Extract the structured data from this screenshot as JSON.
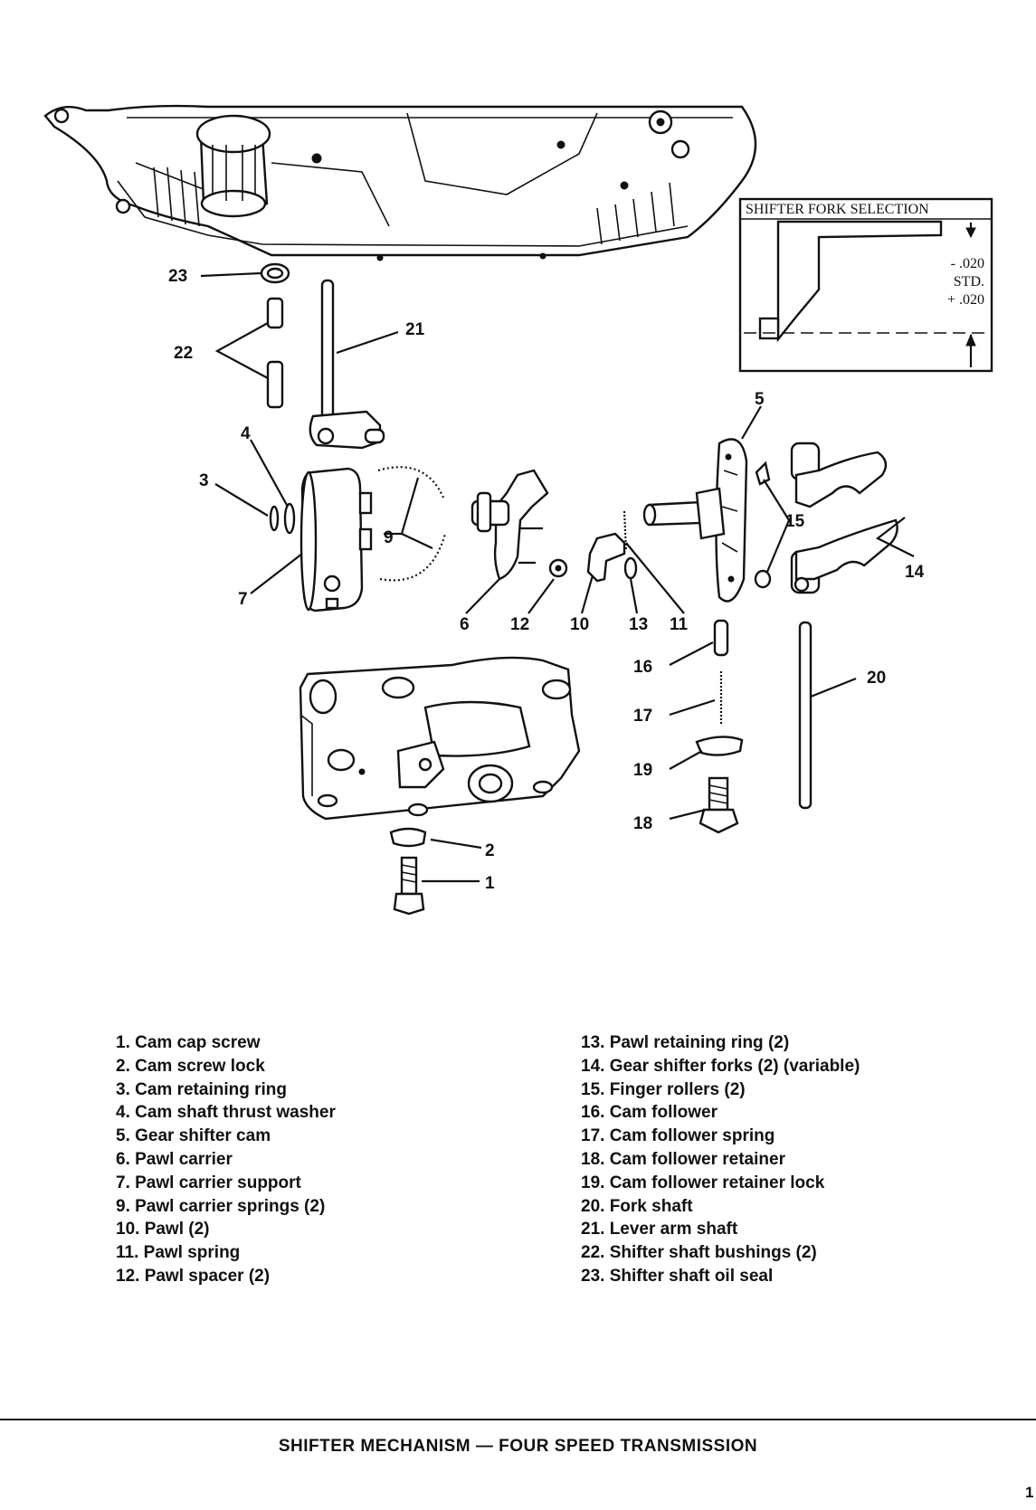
{
  "diagram": {
    "callouts": [
      "1",
      "2",
      "3",
      "4",
      "5",
      "6",
      "7",
      "9",
      "10",
      "11",
      "12",
      "13",
      "14",
      "15",
      "16",
      "17",
      "18",
      "19",
      "20",
      "21",
      "22",
      "23"
    ],
    "inset": {
      "title": "SHIFTER FORK SELECTION",
      "minus": "- .020",
      "std": "STD.",
      "plus": "+ .020"
    }
  },
  "legend": {
    "left": [
      "1. Cam cap screw",
      "2. Cam screw lock",
      "3. Cam retaining ring",
      "4. Cam shaft thrust washer",
      "5. Gear shifter cam",
      "6. Pawl carrier",
      "7. Pawl carrier support",
      "9. Pawl carrier springs (2)",
      "10. Pawl (2)",
      "11. Pawl spring",
      "12. Pawl spacer (2)"
    ],
    "right": [
      "13. Pawl retaining ring (2)",
      "14. Gear shifter forks (2) (variable)",
      "15. Finger rollers (2)",
      "16. Cam follower",
      "17. Cam follower spring",
      "18. Cam follower retainer",
      "19. Cam follower retainer lock",
      "20. Fork shaft",
      "21. Lever arm shaft",
      "22. Shifter shaft bushings (2)",
      "23. Shifter shaft oil seal"
    ]
  },
  "caption": "SHIFTER MECHANISM — FOUR SPEED TRANSMISSION",
  "page_number": "1"
}
